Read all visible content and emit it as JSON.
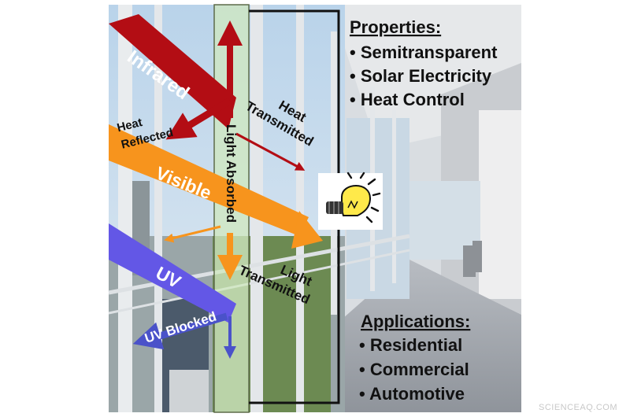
{
  "diagram": {
    "beams": {
      "infrared": "Infrared",
      "visible": "Visible",
      "uv": "UV"
    },
    "labels": {
      "heat_transmitted": [
        "Heat",
        "Transmitted"
      ],
      "heat_reflected": [
        "Heat",
        "Reflected"
      ],
      "light_absorbed": "Light Absorbed",
      "light_transmitted": [
        "Light",
        "Transmitted"
      ],
      "uv_blocked": "UV Blocked"
    },
    "properties": {
      "heading": "Properties:",
      "items": [
        "• Semitransparent",
        "• Solar Electricity",
        "• Heat Control"
      ]
    },
    "applications": {
      "heading": "Applications:",
      "items": [
        "• Residential",
        "• Commercial",
        "• Automotive"
      ]
    },
    "colors": {
      "infrared": "#b30d14",
      "visible": "#f7941d",
      "uv": "#6357e6",
      "uv_blocked_arrow": "#4a52c9",
      "window_panel": "#cfe8c0"
    },
    "icons": [
      "light-bulb-icon"
    ]
  },
  "watermark": "SCIENCEAQ.COM"
}
